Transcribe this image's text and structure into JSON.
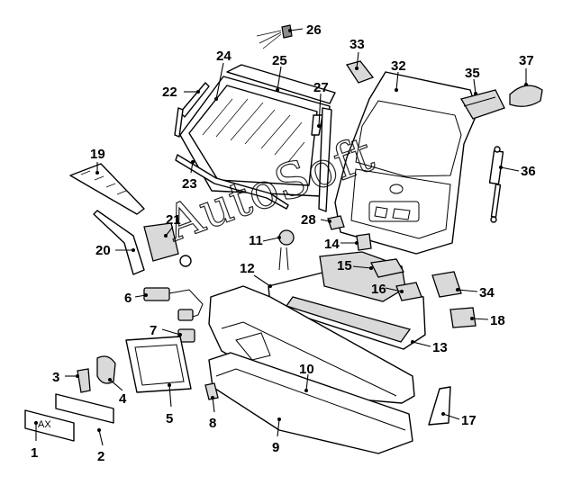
{
  "diagram": {
    "watermark": "AutoSoft",
    "plate_text": "AX",
    "callouts": [
      "1",
      "2",
      "3",
      "4",
      "5",
      "6",
      "7",
      "8",
      "9",
      "10",
      "11",
      "12",
      "13",
      "14",
      "15",
      "16",
      "17",
      "18",
      "19",
      "20",
      "21",
      "22",
      "23",
      "24",
      "25",
      "26",
      "27",
      "28",
      "32",
      "33",
      "34",
      "35",
      "36",
      "37"
    ]
  }
}
